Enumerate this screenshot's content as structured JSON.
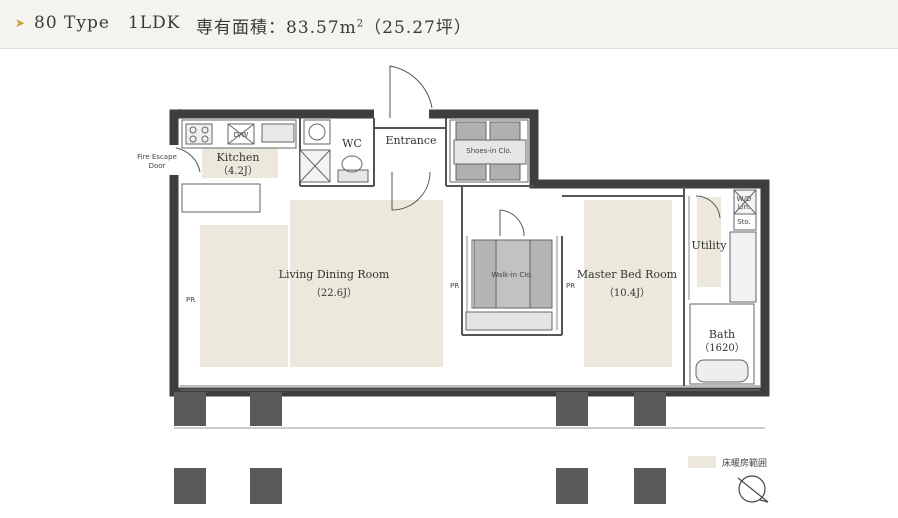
{
  "header": {
    "marker": "➤",
    "type": "80 Type",
    "layout": "1LDK",
    "area_label": "専有面積：",
    "area_value": "83.57m",
    "area_sup": "2",
    "area_tsubo": "（25.27坪）"
  },
  "rooms": {
    "kitchen": "Kitchen",
    "kitchen_size": "（4.2J）",
    "dw": "D/W",
    "fire_escape_1": "Fire Escape",
    "fire_escape_2": "Door",
    "wc": "WC",
    "entrance": "Entrance",
    "shoes": "Shoes-in Clo.",
    "ldr": "Living Dining Room",
    "ldr_size": "（22.6J）",
    "walkin": "Walk-in Clo.",
    "master": "Master Bed Room",
    "master_size": "（10.4J）",
    "utility": "Utility",
    "wd": "W/D",
    "lin": "Lin.",
    "sto": "Sto.",
    "bath": "Bath",
    "bath_size": "（1620）",
    "pr_left": "PR",
    "pr_mid": "PR",
    "pr_right": "PR"
  },
  "legend": {
    "floor_heating": "床暖房範囲",
    "swatch_color": "#ece9dc"
  },
  "colors": {
    "wall": "#3e3e3e",
    "heated": "#ece9dc",
    "pillar": "#5a5a5a",
    "accent": "#c9a33a"
  }
}
